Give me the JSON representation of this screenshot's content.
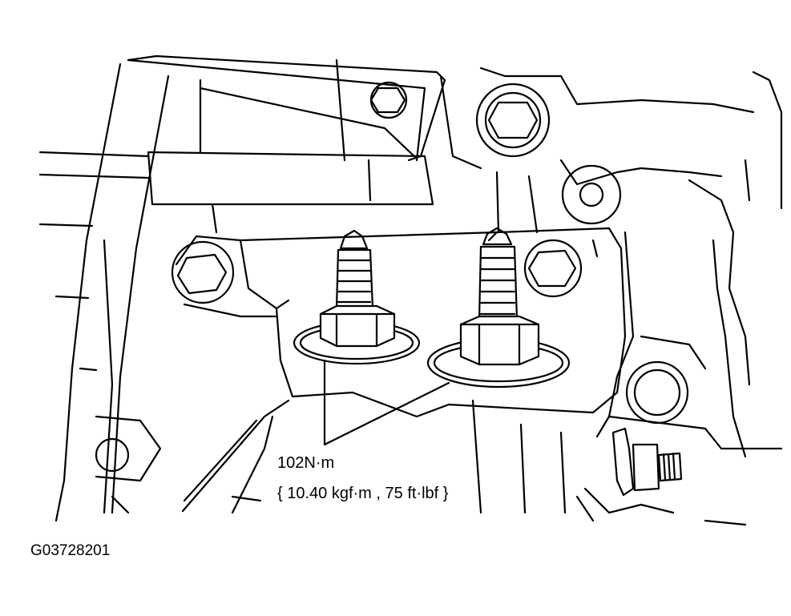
{
  "callout": {
    "torque": "102N·m",
    "torque_alt": "{ 10.40 kgf·m , 75 ft·lbf }"
  },
  "figure": {
    "id": "G03728201"
  },
  "colors": {
    "ink": "#000000",
    "paper": "#ffffff"
  },
  "icons": {
    "fastener": "hex-nut-stud-icon",
    "bolt": "hex-bolt-icon"
  }
}
